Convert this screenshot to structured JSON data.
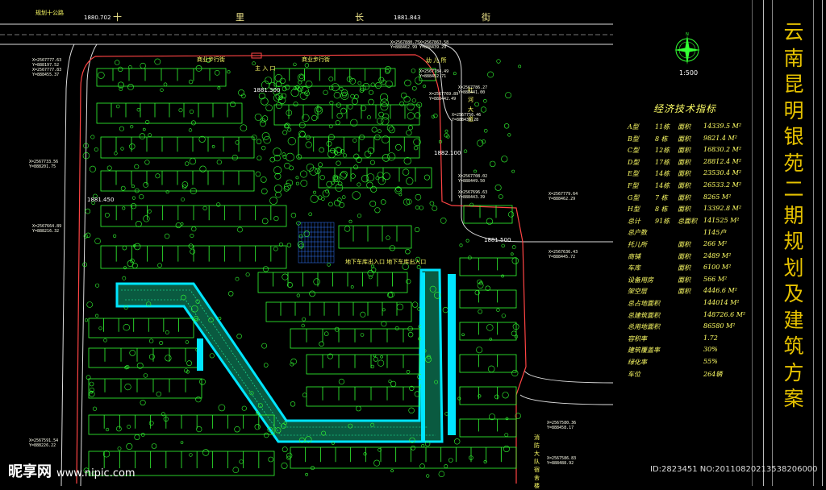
{
  "road": {
    "name_chars": [
      "十",
      "里",
      "长",
      "街"
    ],
    "left_label": "规划十公路",
    "elev_left": "1880.702",
    "elev_mid": "1881.843"
  },
  "plan_labels": {
    "gate_left": "商业步行街",
    "gate_right": "商业步行街",
    "gate_mid": "主 入 口",
    "east_label": "红河大道",
    "kindergarten": "幼 儿 所",
    "scale_mid": "1881.300",
    "elev_a": "1882.100",
    "elev_b": "1881.450",
    "elev_c": "1881.500",
    "plaza_label": "地下车库出入口  地下车库出入口",
    "bottom_right_label": "消防大队宿舍楼"
  },
  "coords": [
    "X=2567880.75\nY=888462.99",
    "X=2567863.58\nY=888439.29",
    "X=2567777.63\nY=888197.52",
    "X=2567777.83\nY=888455.37",
    "X=2567784.49\nY=888452.71",
    "X=2567786.27\nY=888441.00",
    "X=2567769.89\nY=888442.49",
    "X=2567756.46\nY=888436.28",
    "X=2567733.56\nY=888201.75",
    "X=2567708.02\nY=888449.50",
    "X=2567696.63\nY=888443.39",
    "X=2567664.89\nY=888216.32",
    "X=2567779.64\nY=888462.29",
    "X=2567636.43\nY=888445.72",
    "X=2567591.54\nY=888226.22",
    "X=2567580.36\nY=888458.17",
    "X=2567586.83\nY=888488.92"
  ],
  "panel": {
    "scale": "1:500",
    "title": "经济技术指标",
    "rows": [
      {
        "a": "A型",
        "b": "11栋",
        "c": "面积",
        "d": "14339.5 M²"
      },
      {
        "a": "B型",
        "b": "8 栋",
        "c": "面积",
        "d": "9821.4 M²"
      },
      {
        "a": "C型",
        "b": "12栋",
        "c": "面积",
        "d": "16830.2 M²"
      },
      {
        "a": "D型",
        "b": "17栋",
        "c": "面积",
        "d": "28812.4 M²"
      },
      {
        "a": "E型",
        "b": "14栋",
        "c": "面积",
        "d": "23530.4 M²"
      },
      {
        "a": "F型",
        "b": "14栋",
        "c": "面积",
        "d": "26533.2 M²"
      },
      {
        "a": "G型",
        "b": "7 栋",
        "c": "面积",
        "d": "8265 M²"
      },
      {
        "a": "H型",
        "b": "8 栋",
        "c": "面积",
        "d": "13392.8 M²"
      },
      {
        "a": "总计",
        "b": "91栋",
        "c": "总面积",
        "d": "141525 M²"
      },
      {
        "a": "总户数",
        "b": "",
        "c": "",
        "d": "1145户"
      },
      {
        "a": "托儿所",
        "b": "",
        "c": "面积",
        "d": "266 M²"
      },
      {
        "a": "商铺",
        "b": "",
        "c": "面积",
        "d": "2489 M²"
      },
      {
        "a": "车库",
        "b": "",
        "c": "面积",
        "d": "6100 M²"
      },
      {
        "a": "设备用房",
        "b": "",
        "c": "面积",
        "d": "566 M²"
      },
      {
        "a": "架空层",
        "b": "",
        "c": "面积",
        "d": "4446.6 M²"
      },
      {
        "a": "总占地面积",
        "b": "",
        "c": "",
        "d": "144014 M²"
      },
      {
        "a": "总建筑面积",
        "b": "",
        "c": "",
        "d": "148726.6 M²"
      },
      {
        "a": "总用地面积",
        "b": "",
        "c": "",
        "d": "86580 M²"
      },
      {
        "a": "容积率",
        "b": "",
        "c": "",
        "d": "1.72"
      },
      {
        "a": "建筑覆盖率",
        "b": "",
        "c": "",
        "d": "30%"
      },
      {
        "a": "绿化率",
        "b": "",
        "c": "",
        "d": "55%"
      },
      {
        "a": "车位",
        "b": "",
        "c": "",
        "d": "264辆"
      }
    ]
  },
  "title_chars": [
    "云",
    "南",
    "昆",
    "明",
    "银",
    "苑",
    "二",
    "期",
    "规",
    "划",
    "及",
    "建",
    "筑",
    "方",
    "案"
  ],
  "watermark": {
    "brand": "昵享网",
    "url": "www.nipic.com"
  },
  "image_id": "ID:2823451 NO:20110820213538206000",
  "colors": {
    "background": "#000000",
    "building_line": "#33ff33",
    "road_line": "#ffffff",
    "boundary": "#ff3333",
    "plaza_cyan": "#00e5ff",
    "title": "#e6c200",
    "label": "#ffff66"
  }
}
